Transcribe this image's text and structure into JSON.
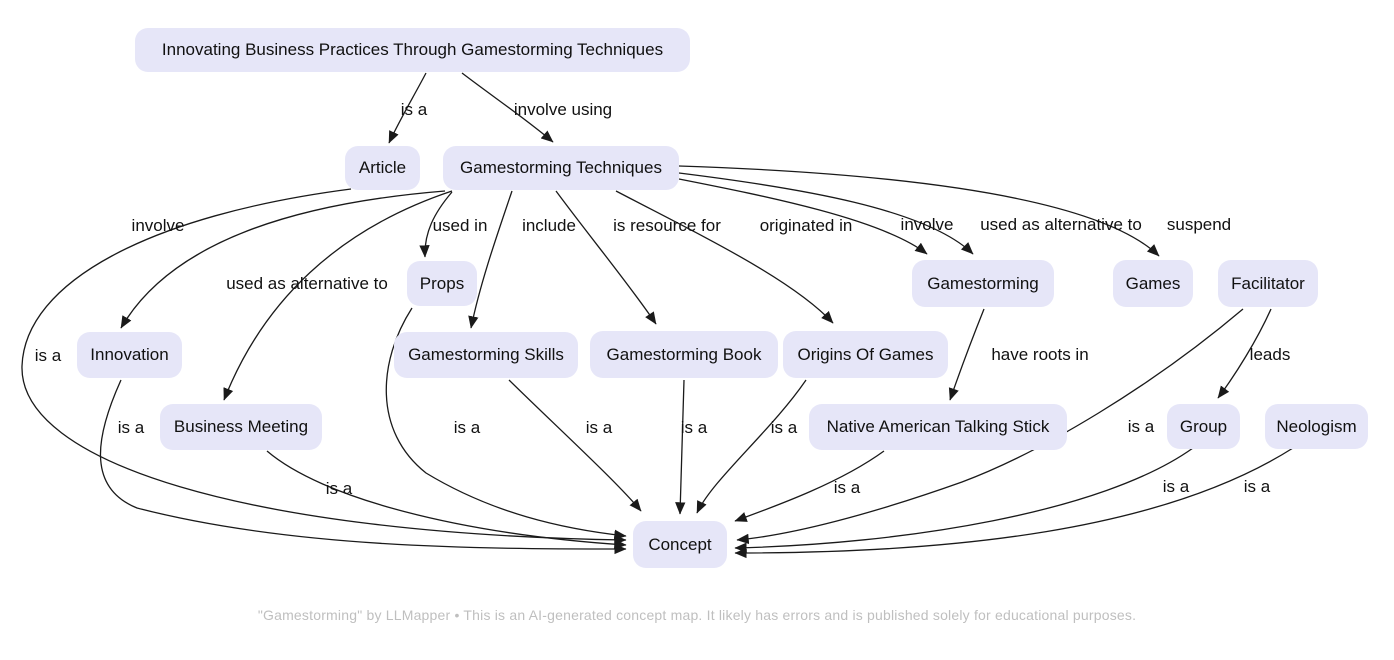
{
  "title": "Gamestorming concept map",
  "colors": {
    "background": "#ffffff",
    "node_fill": "#e6e6f8",
    "node_text": "#111111",
    "edge_line": "#1a1a1a",
    "edge_label_text": "#111111",
    "footer_text": "#bfbfbf"
  },
  "nodes": [
    {
      "id": "title",
      "label": "Innovating Business Practices Through Gamestorming Techniques"
    },
    {
      "id": "article",
      "label": "Article"
    },
    {
      "id": "gamestorming-techniques",
      "label": "Gamestorming Techniques"
    },
    {
      "id": "props",
      "label": "Props"
    },
    {
      "id": "gamestorming",
      "label": "Gamestorming"
    },
    {
      "id": "games",
      "label": "Games"
    },
    {
      "id": "facilitator",
      "label": "Facilitator"
    },
    {
      "id": "innovation",
      "label": "Innovation"
    },
    {
      "id": "gamestorming-skills",
      "label": "Gamestorming Skills"
    },
    {
      "id": "gamestorming-book",
      "label": "Gamestorming Book"
    },
    {
      "id": "origins-of-games",
      "label": "Origins Of Games"
    },
    {
      "id": "business-meeting",
      "label": "Business Meeting"
    },
    {
      "id": "native-american-talking-stick",
      "label": "Native American Talking Stick"
    },
    {
      "id": "group",
      "label": "Group"
    },
    {
      "id": "neologism",
      "label": "Neologism"
    },
    {
      "id": "concept",
      "label": "Concept"
    }
  ],
  "edges": [
    {
      "from": "Innovating Business Practices Through Gamestorming Techniques",
      "to": "Article",
      "label": "is a"
    },
    {
      "from": "Innovating Business Practices Through Gamestorming Techniques",
      "to": "Gamestorming Techniques",
      "label": "involve using"
    },
    {
      "from": "Gamestorming Techniques",
      "to": "Innovation",
      "label": "involve"
    },
    {
      "from": "Gamestorming Techniques",
      "to": "Business Meeting",
      "label": "used as alternative to"
    },
    {
      "from": "Gamestorming Techniques",
      "to": "Props",
      "label": "used in"
    },
    {
      "from": "Gamestorming Techniques",
      "to": "Gamestorming Skills",
      "label": "include"
    },
    {
      "from": "Gamestorming Techniques",
      "to": "Gamestorming Book",
      "label": "is resource for"
    },
    {
      "from": "Gamestorming Techniques",
      "to": "Origins Of Games",
      "label": "originated in"
    },
    {
      "from": "Gamestorming Techniques",
      "to": "Gamestorming",
      "label": "involve"
    },
    {
      "from": "Gamestorming Techniques",
      "to": "Gamestorming",
      "label": "used as alternative to"
    },
    {
      "from": "Gamestorming Techniques",
      "to": "Games",
      "label": "suspend"
    },
    {
      "from": "Article",
      "to": "Concept",
      "label": "is a"
    },
    {
      "from": "Gamestorming",
      "to": "Native American Talking Stick",
      "label": "have roots in"
    },
    {
      "from": "Facilitator",
      "to": "Group",
      "label": "leads"
    },
    {
      "from": "Innovation",
      "to": "Concept",
      "label": "is a"
    },
    {
      "from": "Props",
      "to": "Concept",
      "label": "is a"
    },
    {
      "from": "Gamestorming Skills",
      "to": "Concept",
      "label": "is a"
    },
    {
      "from": "Gamestorming Book",
      "to": "Concept",
      "label": "is a"
    },
    {
      "from": "Origins Of Games",
      "to": "Concept",
      "label": "is a"
    },
    {
      "from": "Facilitator",
      "to": "Concept",
      "label": "is a"
    },
    {
      "from": "Business Meeting",
      "to": "Concept",
      "label": "is a"
    },
    {
      "from": "Native American Talking Stick",
      "to": "Concept",
      "label": "is a"
    },
    {
      "from": "Group",
      "to": "Concept",
      "label": "is a"
    },
    {
      "from": "Neologism",
      "to": "Concept",
      "label": "is a"
    }
  ],
  "footer": {
    "text": "\"Gamestorming\" by LLMapper • This is an AI-generated concept map. It likely has errors and is published solely for educational purposes."
  }
}
